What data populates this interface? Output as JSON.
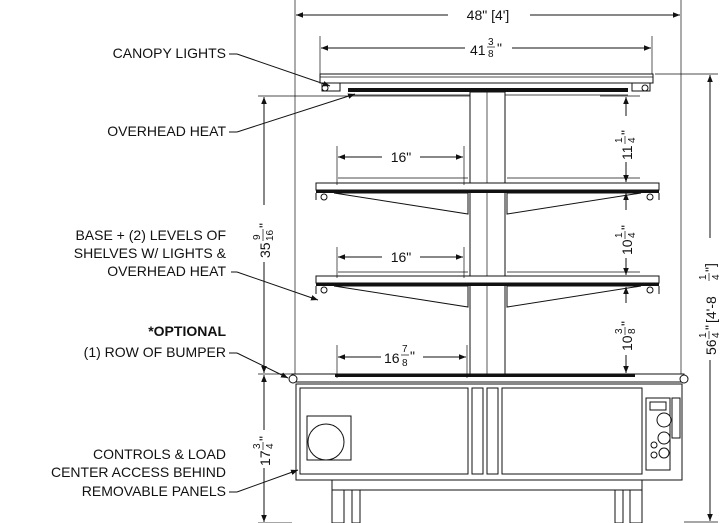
{
  "callouts": {
    "canopy_lights": "CANOPY LIGHTS",
    "overhead_heat": "OVERHEAD HEAT",
    "base_line1": "BASE + (2) LEVELS OF",
    "base_line2": "SHELVES W/ LIGHTS &",
    "base_line3": "OVERHEAD HEAT",
    "optional": "*OPTIONAL",
    "bumper": "(1) ROW OF BUMPER",
    "controls_line1": "CONTROLS & LOAD",
    "controls_line2": "CENTER ACCESS BEHIND",
    "controls_line3": "REMOVABLE PANELS"
  },
  "dimensions": {
    "overall_width": "48\" [4']",
    "canopy_width": {
      "whole": "41",
      "num": "3",
      "den": "8",
      "unit": "\""
    },
    "shelf_upper_depth": "16\"",
    "shelf_middle_depth": "16\"",
    "shelf_lower_depth": {
      "whole": "16",
      "num": "7",
      "den": "8",
      "unit": "\""
    },
    "gap_upper": {
      "whole": "11",
      "num": "1",
      "den": "4",
      "unit": "\""
    },
    "gap_middle": {
      "whole": "10",
      "num": "1",
      "den": "4",
      "unit": "\""
    },
    "gap_lower": {
      "whole": "10",
      "num": "3",
      "den": "8",
      "unit": "\""
    },
    "shelf_stack_height": {
      "whole": "35",
      "num": "9",
      "den": "16",
      "unit": "\""
    },
    "base_height": {
      "whole": "17",
      "num": "3",
      "den": "4",
      "unit": "\""
    },
    "overall_height": {
      "whole": "56",
      "num": "1",
      "den": "4",
      "unit": "\"",
      "alt_pre": "[4'-8",
      "alt_num": "1",
      "alt_den": "4",
      "alt_post": "\"]"
    }
  }
}
